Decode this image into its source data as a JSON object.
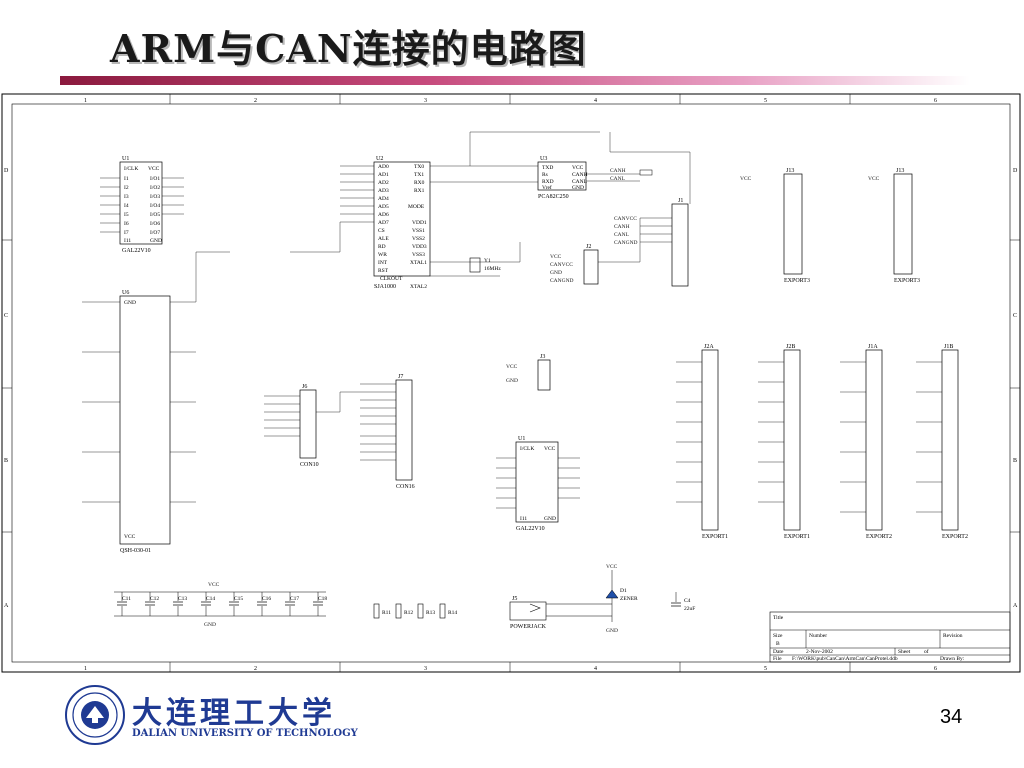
{
  "slide": {
    "title": "ARM与CAN连接的电路图",
    "page_number": "34"
  },
  "footer": {
    "university_cn": "大连理工大学",
    "university_en": "DALIAN UNIVERSITY OF TECHNOLOGY"
  },
  "schematic": {
    "grid_columns": [
      "1",
      "2",
      "3",
      "4",
      "5",
      "6"
    ],
    "grid_rows": [
      "D",
      "C",
      "B",
      "A"
    ],
    "components": {
      "u1_top": {
        "ref": "U1",
        "part": "GAL22V10"
      },
      "u2": {
        "ref": "U2",
        "part": "SJA1000"
      },
      "u3": {
        "ref": "U3",
        "part": "PCA82C250"
      },
      "u6": {
        "ref": "U6",
        "part": "QSH-030-01"
      },
      "u1_bottom": {
        "ref": "U1",
        "part": "GAL22V10"
      },
      "con16": {
        "ref": "J7",
        "part": "CON16"
      },
      "con10": {
        "ref": "J6",
        "part": "CON10"
      },
      "j1": {
        "ref": "J1",
        "part": ""
      },
      "j2": {
        "ref": "J2",
        "part": ""
      },
      "j3": {
        "ref": "J3",
        "part": ""
      },
      "j13a": {
        "ref": "J13",
        "part": "EXPORT3"
      },
      "j13b": {
        "ref": "J13",
        "part": "EXPORT3"
      },
      "j2a": {
        "ref": "J2A",
        "part": "EXPORT1"
      },
      "j2b": {
        "ref": "J2B",
        "part": "EXPORT1"
      },
      "j1a": {
        "ref": "J1A",
        "part": "EXPORT2"
      },
      "j1b": {
        "ref": "J1B",
        "part": "EXPORT2"
      },
      "crystal": {
        "ref": "Y1",
        "part": "16MHz"
      },
      "power_jack": {
        "ref": "J5",
        "part": "POWERJACK"
      },
      "zener": {
        "ref": "D1",
        "part": "ZENER"
      },
      "c4": {
        "ref": "C4",
        "part": "22uF"
      }
    },
    "caps_row": [
      "C11",
      "C12",
      "C13",
      "C14",
      "C15",
      "C16",
      "C17",
      "C18"
    ],
    "resistors_row": [
      "R11",
      "R12",
      "R13",
      "R14"
    ],
    "net_labels": {
      "vcc": "VCC",
      "gnd": "GND",
      "canh": "CANH",
      "canl": "CANL",
      "tx0": "TX0",
      "rx0": "RX0",
      "xtal1": "XTAL1",
      "xtal2": "XTAL2",
      "clkout": "CLKOUT",
      "rst": "RST",
      "mode": "MODE",
      "canvcc": "CANVCC",
      "cangnd": "CANGND"
    },
    "title_block": {
      "title_label": "Title",
      "size_label": "Size",
      "size_value": "B",
      "number_label": "Number",
      "revision_label": "Revision",
      "date_label": "Date",
      "date_value": "2-Nov-2002",
      "sheet_label": "Sheet",
      "sheet_of": "of",
      "file_label": "File",
      "file_value": "F:\\WORK\\pub\\CanCan\\ArmCan\\CanProtel.ddb",
      "drawn_by": "Drawn By:"
    }
  }
}
